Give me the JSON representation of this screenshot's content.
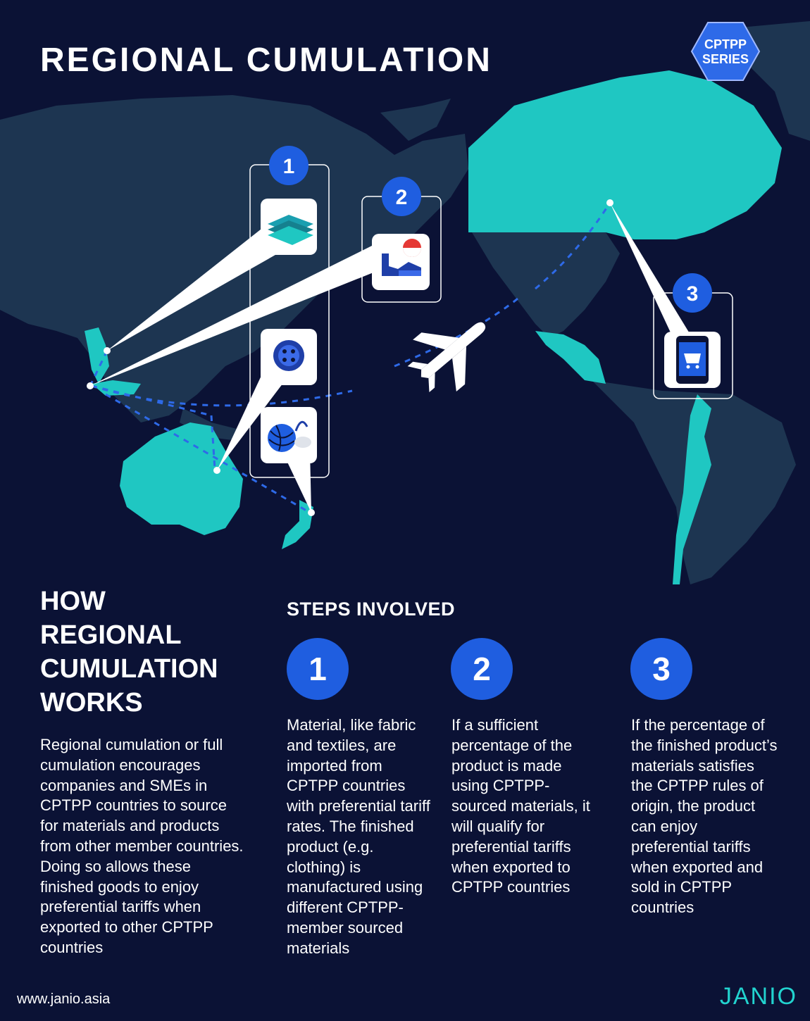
{
  "header": {
    "title": "REGIONAL CUMULATION",
    "badge_line1": "CPTPP",
    "badge_line2": "SERIES"
  },
  "map": {
    "markers": [
      "1",
      "2",
      "3"
    ],
    "icons": [
      "fabric-stack-icon",
      "singapore-factory-icon",
      "button-icon",
      "yarn-ball-icon",
      "shopping-cart-phone-icon",
      "airplane-icon"
    ],
    "colors": {
      "background": "#0b1235",
      "land": "#1d3551",
      "member_land": "#1fc7c2",
      "accent": "#1f5ee0"
    }
  },
  "how": {
    "title": "HOW\nREGIONAL\nCUMULATION\nWORKS",
    "body": "Regional cumulation or full cumulation encourages companies and SMEs in CPTPP countries to source for materials and products from other member countries. Doing so allows these finished goods to enjoy preferential tariffs when exported to other CPTPP countries"
  },
  "steps": {
    "title": "STEPS INVOLVED",
    "items": [
      {
        "number": "1",
        "text": "Material, like fabric and textiles, are imported from CPTPP countries with preferential tariff rates. The finished product (e.g. clothing) is manufactured using different CPTPP-member sourced materials"
      },
      {
        "number": "2",
        "text": "If a sufficient percentage of the product is made using CPTPP-sourced materials, it will qualify for preferential tariffs when exported to CPTPP countries"
      },
      {
        "number": "3",
        "text": "If the percentage of the finished product’s materials satisfies the CPTPP rules of origin, the product can enjoy preferential tariffs when exported and sold in CPTPP countries"
      }
    ]
  },
  "footer": {
    "url": "www.janio.asia",
    "logo": "JANIO"
  }
}
